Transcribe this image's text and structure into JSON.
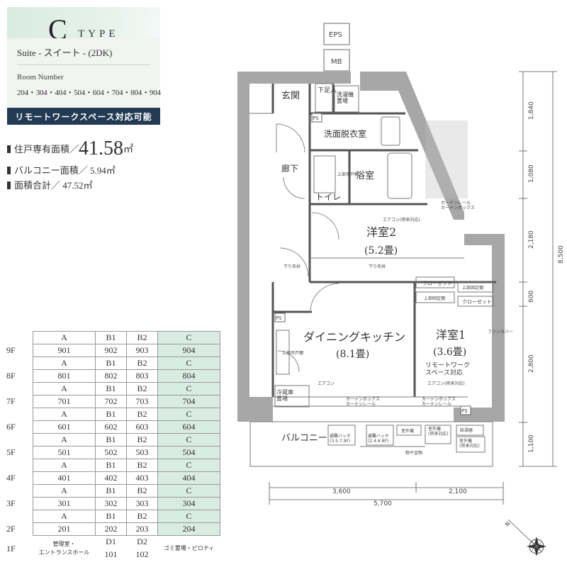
{
  "header": {
    "type_letter": "C",
    "type_word": "TYPE",
    "suite_line": "Suite - スイート - (2DK)",
    "room_number_label": "Room Number",
    "room_numbers": "204・304・404・504・604・704・804・904",
    "remote_work": "リモートワークスペース対応可能"
  },
  "areas": {
    "private_label": "住戸専有面積／",
    "private_value": "41.58",
    "private_unit": "㎡",
    "balcony": "バルコニー面積／ 5.94㎡",
    "total": "面積合計／ 47.52㎡"
  },
  "floors": [
    {
      "floor": "9F",
      "headers": [
        "A",
        "B1",
        "B2",
        "C"
      ],
      "units": [
        "901",
        "902",
        "903",
        "904"
      ]
    },
    {
      "floor": "8F",
      "headers": [
        "A",
        "B1",
        "B2",
        "C"
      ],
      "units": [
        "801",
        "802",
        "803",
        "804"
      ]
    },
    {
      "floor": "7F",
      "headers": [
        "A",
        "B1",
        "B2",
        "C"
      ],
      "units": [
        "701",
        "702",
        "703",
        "704"
      ]
    },
    {
      "floor": "6F",
      "headers": [
        "A",
        "B1",
        "B2",
        "C"
      ],
      "units": [
        "601",
        "602",
        "603",
        "604"
      ]
    },
    {
      "floor": "5F",
      "headers": [
        "A",
        "B1",
        "B2",
        "C"
      ],
      "units": [
        "501",
        "502",
        "503",
        "504"
      ]
    },
    {
      "floor": "4F",
      "headers": [
        "A",
        "B1",
        "B2",
        "C"
      ],
      "units": [
        "401",
        "402",
        "403",
        "404"
      ]
    },
    {
      "floor": "3F",
      "headers": [
        "A",
        "B1",
        "B2",
        "C"
      ],
      "units": [
        "301",
        "302",
        "303",
        "304"
      ]
    },
    {
      "floor": "2F",
      "headers": [
        "A",
        "B1",
        "B2",
        "C"
      ],
      "units": [
        "201",
        "202",
        "203",
        "204"
      ]
    }
  ],
  "floor_1": {
    "floor": "1F",
    "manager": "管理室・\nエントランスホール",
    "d1": "D1",
    "d2": "D2",
    "d1_unit": "101",
    "d2_unit": "102",
    "garbage": "ゴミ置場・ピロティ"
  },
  "plan": {
    "eps": "EPS",
    "mb": "MB",
    "genkan": "玄関",
    "shoe_box": "下足入",
    "washing_machine": "洗濯機\n置場",
    "ps": "PS",
    "dressing": "洗面脱衣室",
    "corridor": "廊下",
    "bath": "浴室",
    "toilet": "トイレ",
    "toilet_shelf": "上部吊戸棚",
    "room2": "洋室2",
    "room2_size": "(5.2畳)",
    "aircon_outlet": "エアコン(将来対応)",
    "curtain_box_v": "カーテンレール\nカーテンボックス",
    "drop_ceiling": "下り天井",
    "closet": "クローゼット",
    "upper_shelf": "上部固定棚",
    "dining": "ダイニングキッチン",
    "dining_size": "(8.1畳)",
    "room1": "洋室1",
    "room1_size": "(3.6畳)",
    "room1_note": "リモートワーク\nスペース対応",
    "kitchen_shelf": "上部吊戸棚",
    "fridge": "冷蔵庫\n置場",
    "aircon": "エアコン",
    "curtain_box": "カーテンボックス\nカーテンレール",
    "fan_note": "ファンカバー",
    "balcony": "バルコニー",
    "hatch_1": "避難ハッチ\n(3.5.7.9F)",
    "hatch_2": "避難ハッチ\n(2.4.6.8F)",
    "outdoor_unit": "室外機",
    "outdoor_unit_future": "室外機\n(将来対応)",
    "water_heater": "給湯器",
    "laundry_hanger": "物干金物",
    "dim_total_h": "8,500",
    "dim_h": [
      "1,840",
      "1,080",
      "2,180",
      "600",
      "2,800",
      "1,100"
    ],
    "dim_w": [
      "3,600",
      "2,100"
    ],
    "dim_total_w": "5,700",
    "compass": "N"
  }
}
